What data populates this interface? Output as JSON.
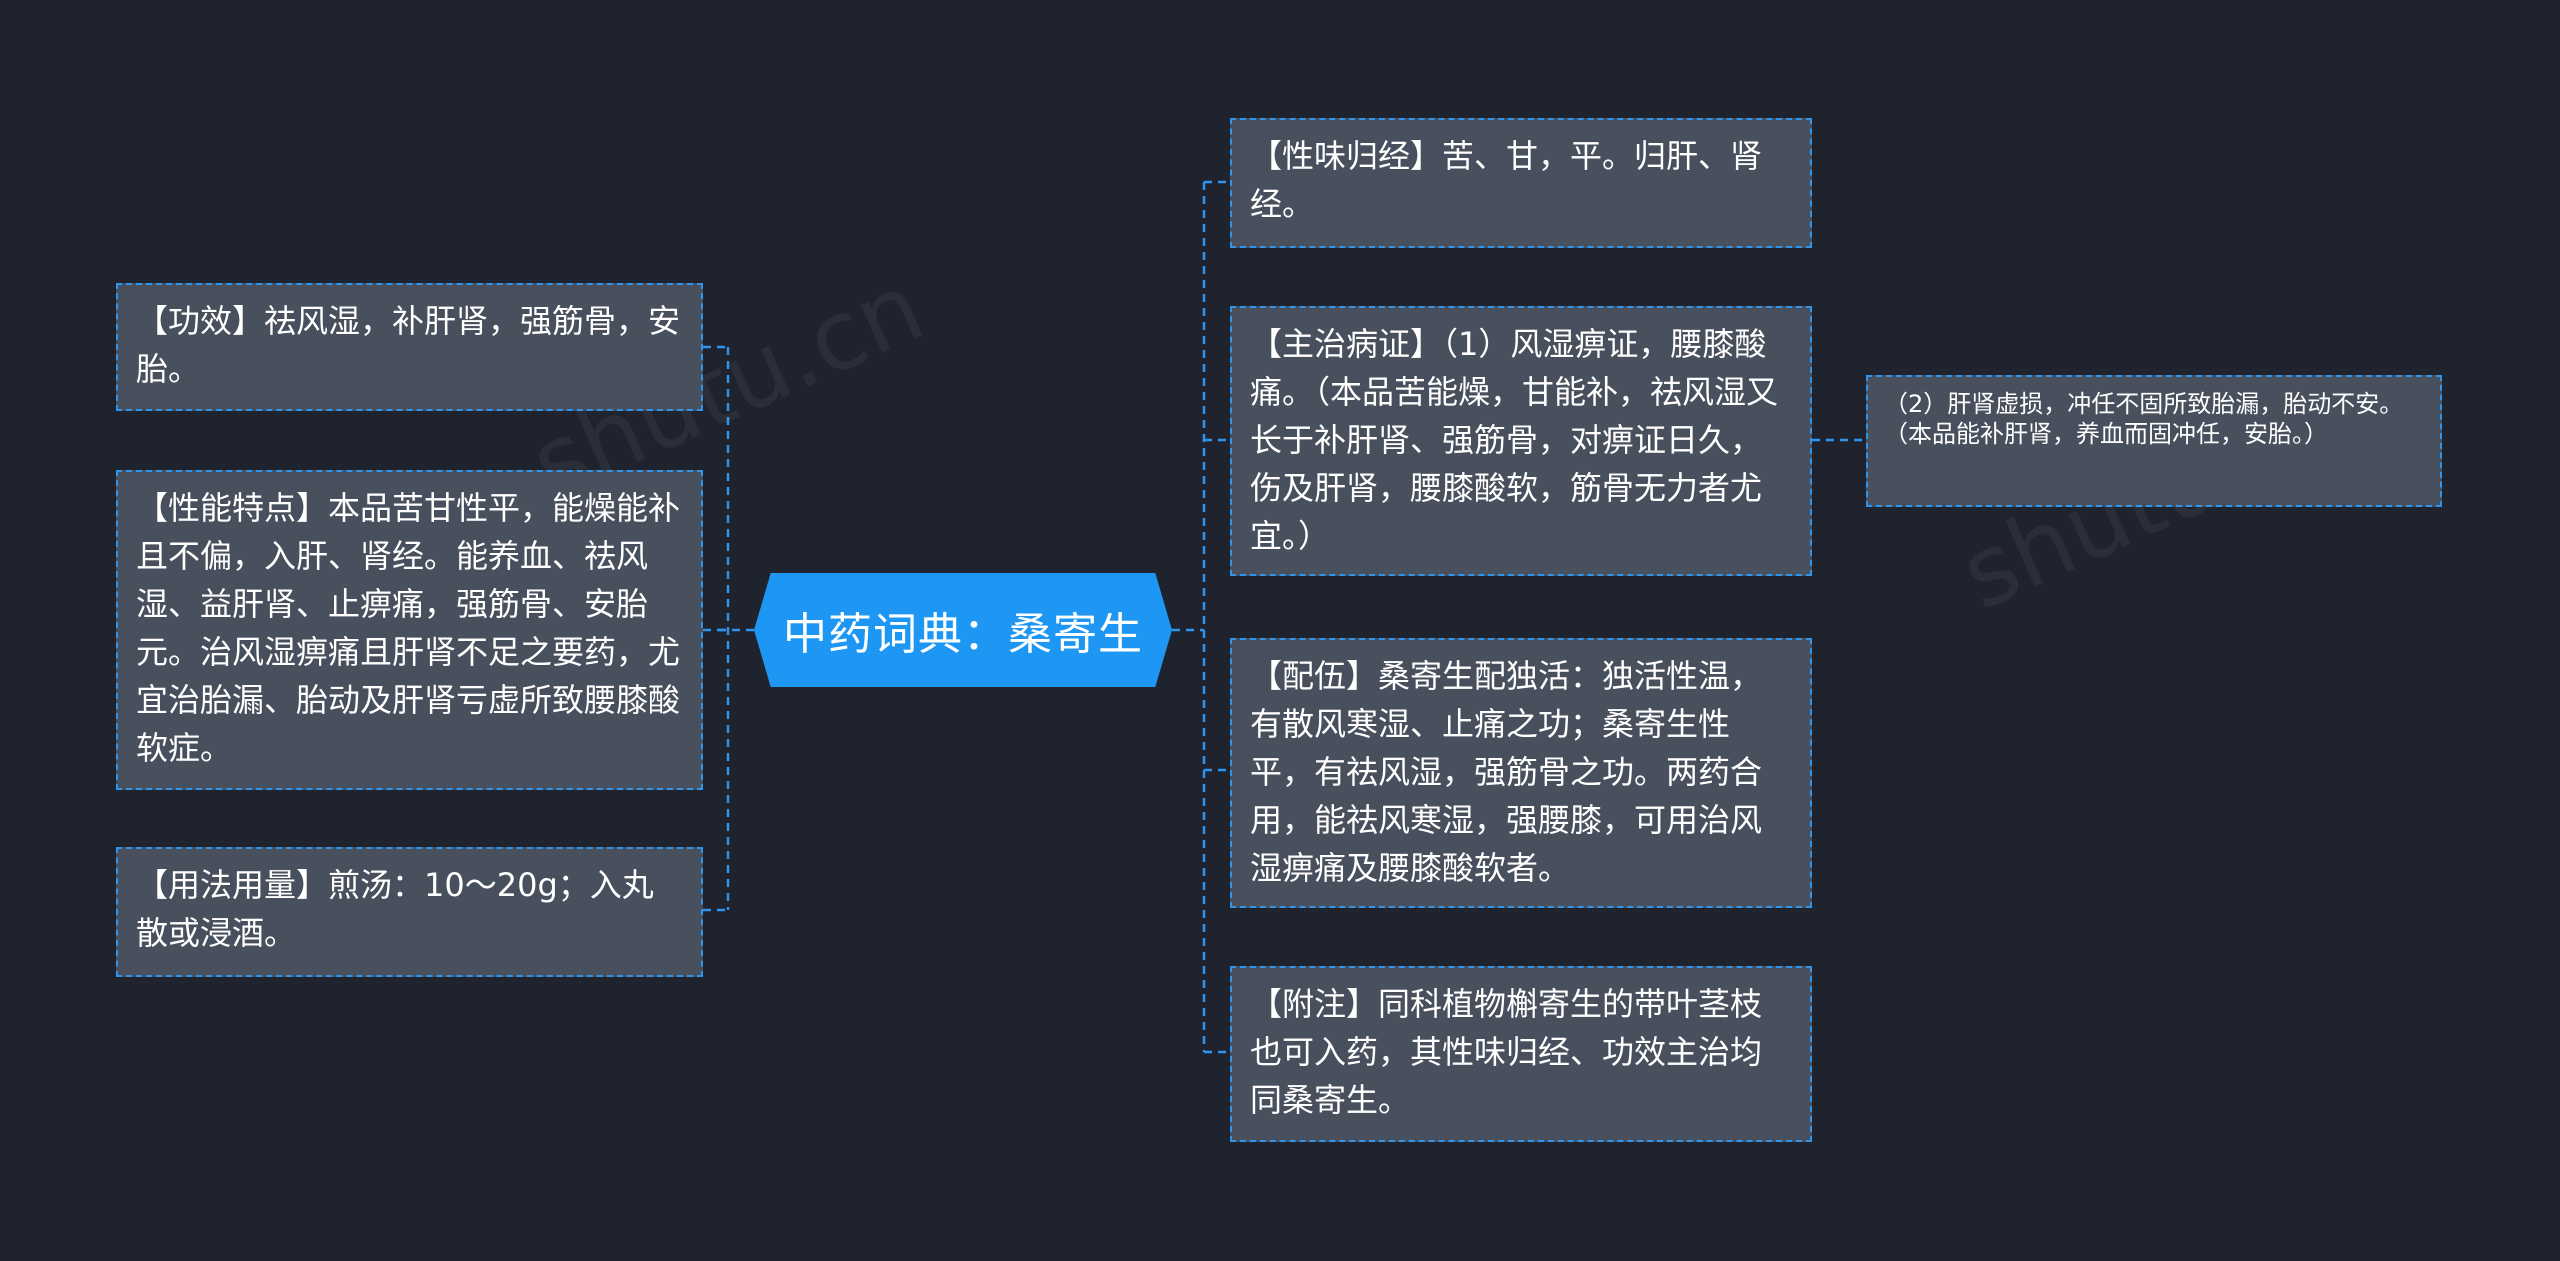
{
  "central_topic": "中药词典：桑寄生",
  "left_branches": [
    {
      "text": "【功效】祛风湿，补肝肾，强筋骨，安胎。"
    },
    {
      "text": "【性能特点】本品苦甘性平，能燥能补且不偏，入肝、肾经。能养血、祛风湿、益肝肾、止痹痛，强筋骨、安胎元。治风湿痹痛且肝肾不足之要药，尤宜治胎漏、胎动及肝肾亏虚所致腰膝酸软症。"
    },
    {
      "text": "【用法用量】煎汤：10～20g；入丸散或浸酒。"
    }
  ],
  "right_branches": [
    {
      "text": "【性味归经】苦、甘，平。归肝、肾经。"
    },
    {
      "text": "【主治病证】（1）风湿痹证，腰膝酸痛。（本品苦能燥，甘能补，祛风湿又长于补肝肾、强筋骨，对痹证日久，伤及肝肾，腰膝酸软，筋骨无力者尤宜。）"
    },
    {
      "text": "【配伍】桑寄生配独活：独活性温，有散风寒湿、止痛之功；桑寄生性平，有祛风湿，强筋骨之功。两药合用，能祛风寒湿，强腰膝，可用治风湿痹痛及腰膝酸软者。"
    },
    {
      "text": "【附注】同科植物槲寄生的带叶茎枝也可入药，其性味归经、功效主治均同桑寄生。"
    }
  ],
  "sub_branch": {
    "text": "（2）肝肾虚损，冲任不固所致胎漏，胎动不安。（本品能补肝肾，养血而固冲任，安胎。）"
  },
  "colors": {
    "background": "#1f232e",
    "node_fill": "#484f5d",
    "node_border": "#2f95ec",
    "center_fill": "#1d97f3",
    "connector": "#2f95ec"
  }
}
